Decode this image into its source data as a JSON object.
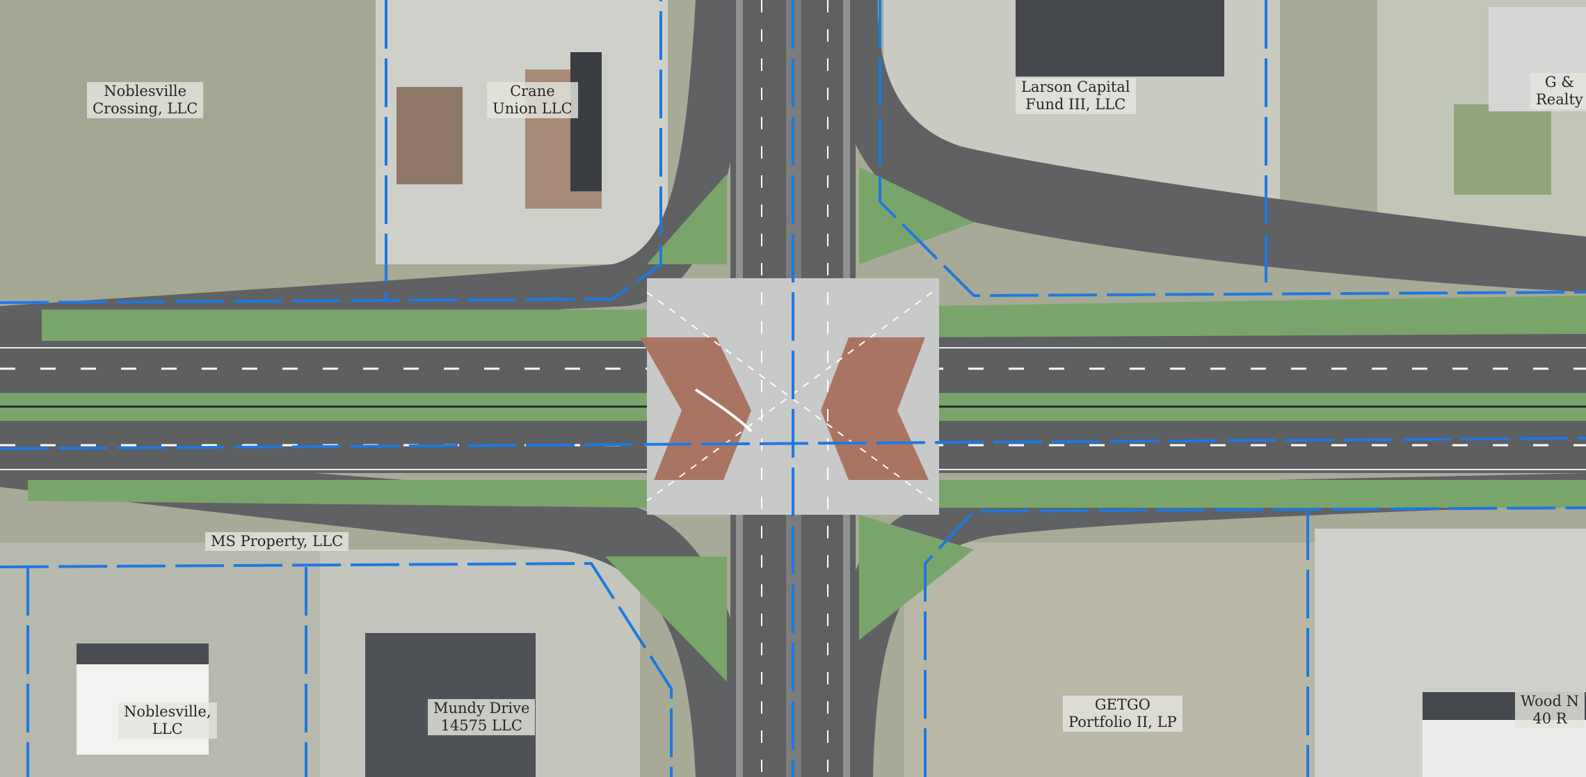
{
  "parcels": [
    {
      "id": "noblesville-crossing",
      "lines": [
        "Noblesville",
        "Crossing, LLC"
      ]
    },
    {
      "id": "crane-union",
      "lines": [
        "Crane",
        "Union LLC"
      ]
    },
    {
      "id": "larson-capital",
      "lines": [
        "Larson Capital",
        "Fund III, LLC"
      ]
    },
    {
      "id": "g-realty",
      "lines": [
        "G &",
        "Realty"
      ]
    },
    {
      "id": "ms-property",
      "lines": [
        "MS Property, LLC"
      ]
    },
    {
      "id": "noblesville-llc",
      "lines": [
        "Noblesville,",
        "LLC"
      ]
    },
    {
      "id": "mundy-drive",
      "lines": [
        "Mundy Drive",
        "14575 LLC"
      ]
    },
    {
      "id": "getgo",
      "lines": [
        "GETGO",
        "Portfolio II, LP"
      ]
    },
    {
      "id": "wood-n",
      "lines": [
        "Wood N",
        "40 R"
      ]
    }
  ],
  "colors": {
    "pavement": "#5f6163",
    "pavement_light": "#cfcfcf",
    "median_grass": "#7aa56a",
    "crosswalk_brick": "#a97562",
    "property_line": "#1f78e0",
    "field": "#a9ad9a",
    "lot": "#d7d7d2"
  }
}
